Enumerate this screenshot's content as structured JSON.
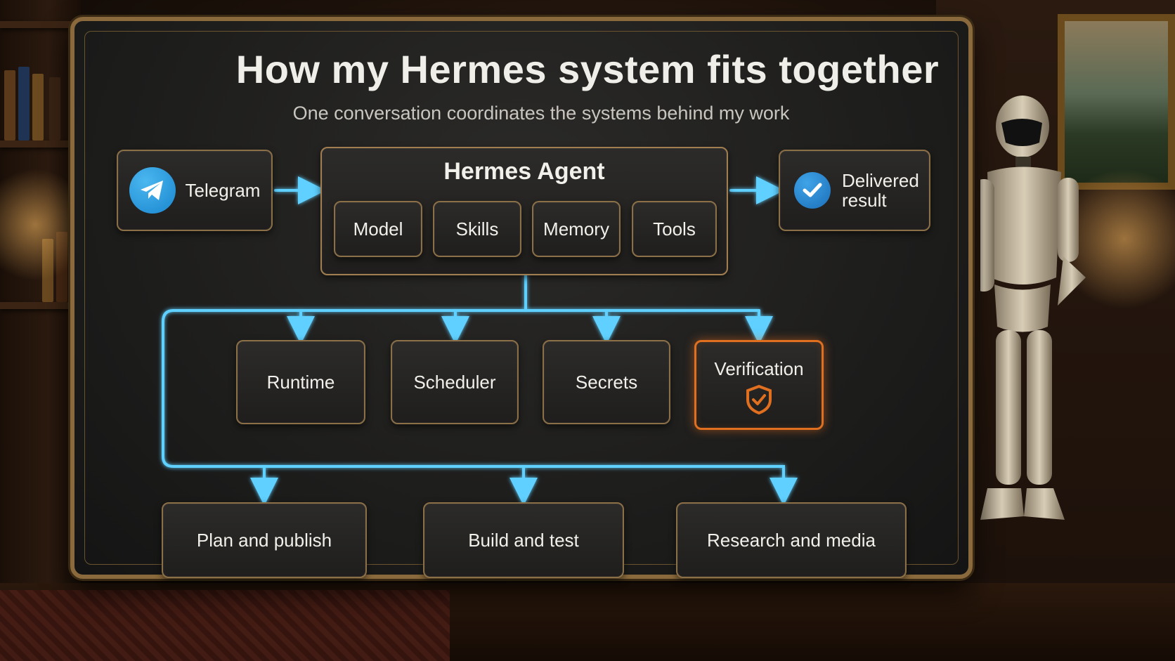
{
  "title": "How my Hermes system fits together",
  "subtitle": "One conversation coordinates the systems behind my work",
  "input": {
    "label": "Telegram",
    "icon": "telegram-icon"
  },
  "agent": {
    "title": "Hermes Agent",
    "components": [
      "Model",
      "Skills",
      "Memory",
      "Tools"
    ]
  },
  "output": {
    "label_line1": "Delivered",
    "label_line2": "result",
    "icon": "check-icon"
  },
  "services": [
    "Runtime",
    "Scheduler",
    "Secrets",
    "Verification"
  ],
  "verification_icon": "shield-check-icon",
  "workflows": [
    "Plan and publish",
    "Build and test",
    "Research and media"
  ],
  "colors": {
    "wire": "#5fd0ff",
    "verification_accent": "#e0701f",
    "box_border": "#8b6f47"
  }
}
